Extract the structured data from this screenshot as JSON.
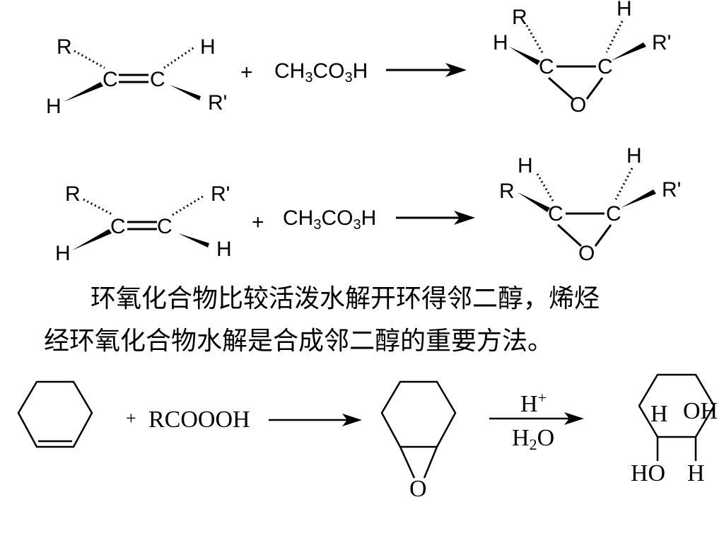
{
  "reaction1": {
    "R": "R",
    "H_top": "H",
    "H_bottom": "H",
    "R_prime": "R'",
    "C1": "C",
    "C2": "C",
    "plus": "+",
    "reagent_pre": "CH",
    "reagent_sub1": "3",
    "reagent_mid": "CO",
    "reagent_sub2": "3",
    "reagent_end": "H",
    "p_R": "R",
    "p_H_left": "H",
    "p_H_top": "H",
    "p_R_prime": "R'",
    "p_C1": "C",
    "p_C2": "C",
    "p_O": "O"
  },
  "reaction2": {
    "R": "R",
    "R_prime": "R'",
    "H_left": "H",
    "H_right": "H",
    "C1": "C",
    "C2": "C",
    "plus": "+",
    "reagent_pre": "CH",
    "reagent_sub1": "3",
    "reagent_mid": "CO",
    "reagent_sub2": "3",
    "reagent_end": "H",
    "p_H_left": "H",
    "p_R": "R",
    "p_H_top": "H",
    "p_R_prime": "R'",
    "p_C1": "C",
    "p_C2": "C",
    "p_O": "O"
  },
  "paragraph": {
    "line1": "环氧化合物比较活泼水解开环得邻二醇，烯烃",
    "line2": "经环氧化合物水解是合成邻二醇的重要方法。"
  },
  "reaction3": {
    "plus": "+",
    "reagent": "RCOOOH",
    "epoxide_O": "O",
    "cond_top": "H",
    "cond_top_sup": "+",
    "cond_bottom_pre": "H",
    "cond_bottom_sub": "2",
    "cond_bottom_end": "O",
    "prod_H_tl": "H",
    "prod_OH_tr": "OH",
    "prod_HO_bl": "HO",
    "prod_H_br": "H"
  }
}
